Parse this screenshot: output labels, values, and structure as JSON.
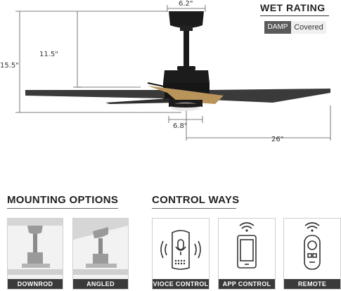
{
  "dimensions": {
    "canopy_width": "6.2\"",
    "downrod_height": "11.5\"",
    "total_height": "15.5\"",
    "light_width": "6.8\"",
    "blade_span": "26\""
  },
  "wet_rating": {
    "title": "WET RATING",
    "tag": "DAMP",
    "value": "Covered"
  },
  "mounting_options": {
    "title": "MOUNTING OPTIONS",
    "items": [
      {
        "label": "DOWNROD"
      },
      {
        "label": "ANGLED"
      }
    ]
  },
  "control_ways": {
    "title": "CONTROL WAYS",
    "items": [
      {
        "label": "VIOCE CONTROL",
        "icon": "voice-assistant-icon"
      },
      {
        "label": "APP CONTROL",
        "icon": "smartphone-wifi-icon"
      },
      {
        "label": "REMOTE",
        "icon": "remote-wifi-icon"
      }
    ]
  },
  "colors": {
    "fan_body": "#1c1c1c",
    "blade": "#3a3a3a",
    "wood_blade": "#b8945a",
    "label_bg": "#3a3a3a"
  }
}
